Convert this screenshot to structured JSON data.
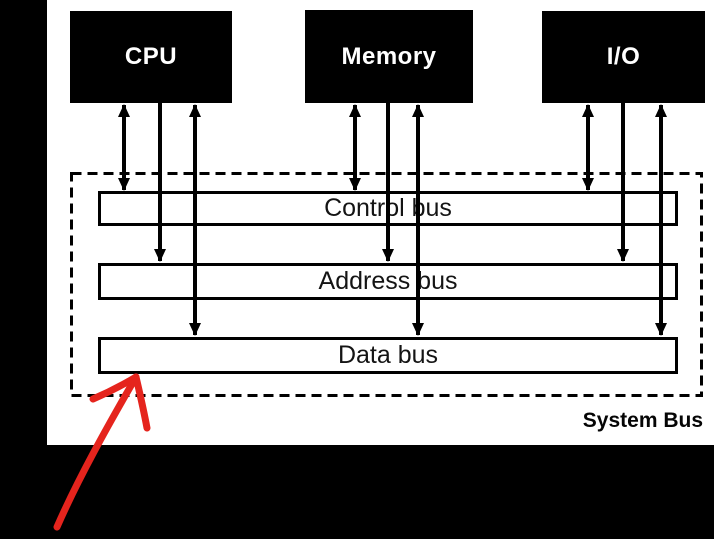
{
  "diagram": {
    "caption": "System Bus",
    "devices": [
      {
        "id": "cpu",
        "label": "CPU"
      },
      {
        "id": "memory",
        "label": "Memory"
      },
      {
        "id": "io",
        "label": "I/O"
      }
    ],
    "buses": [
      {
        "id": "control",
        "label": "Control bus"
      },
      {
        "id": "address",
        "label": "Address bus"
      },
      {
        "id": "data",
        "label": "Data bus"
      }
    ],
    "connections": [
      {
        "from": "CPU",
        "to": "Control bus",
        "direction": "bidirectional"
      },
      {
        "from": "CPU",
        "to": "Address bus",
        "direction": "to-bus"
      },
      {
        "from": "CPU",
        "to": "Data bus",
        "direction": "bidirectional"
      },
      {
        "from": "Memory",
        "to": "Control bus",
        "direction": "bidirectional"
      },
      {
        "from": "Memory",
        "to": "Address bus",
        "direction": "to-bus"
      },
      {
        "from": "Memory",
        "to": "Data bus",
        "direction": "bidirectional"
      },
      {
        "from": "I/O",
        "to": "Control bus",
        "direction": "bidirectional"
      },
      {
        "from": "I/O",
        "to": "Address bus",
        "direction": "to-bus"
      },
      {
        "from": "I/O",
        "to": "Data bus",
        "direction": "bidirectional"
      }
    ],
    "annotation_arrow": {
      "color": "#e5241d",
      "points_to": "Data bus"
    },
    "colors": {
      "background": "#000000",
      "panel": "#ffffff",
      "line": "#000000",
      "device_fill": "#000000",
      "device_text": "#ffffff",
      "bus_text": "#141414"
    }
  }
}
